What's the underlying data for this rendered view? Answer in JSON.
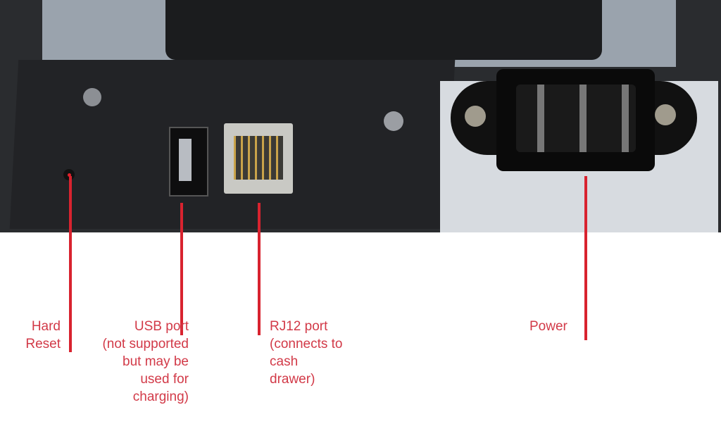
{
  "labels": {
    "hard_reset": "Hard\nReset",
    "usb_port": "USB port\n(not supported\nbut may be\nused for\ncharging)",
    "rj12_port": "RJ12 port\n(connects to\ncash\ndrawer)",
    "power": "Power"
  },
  "colors": {
    "annotation": "#d23a48",
    "pointer_line": "#d8232f"
  }
}
